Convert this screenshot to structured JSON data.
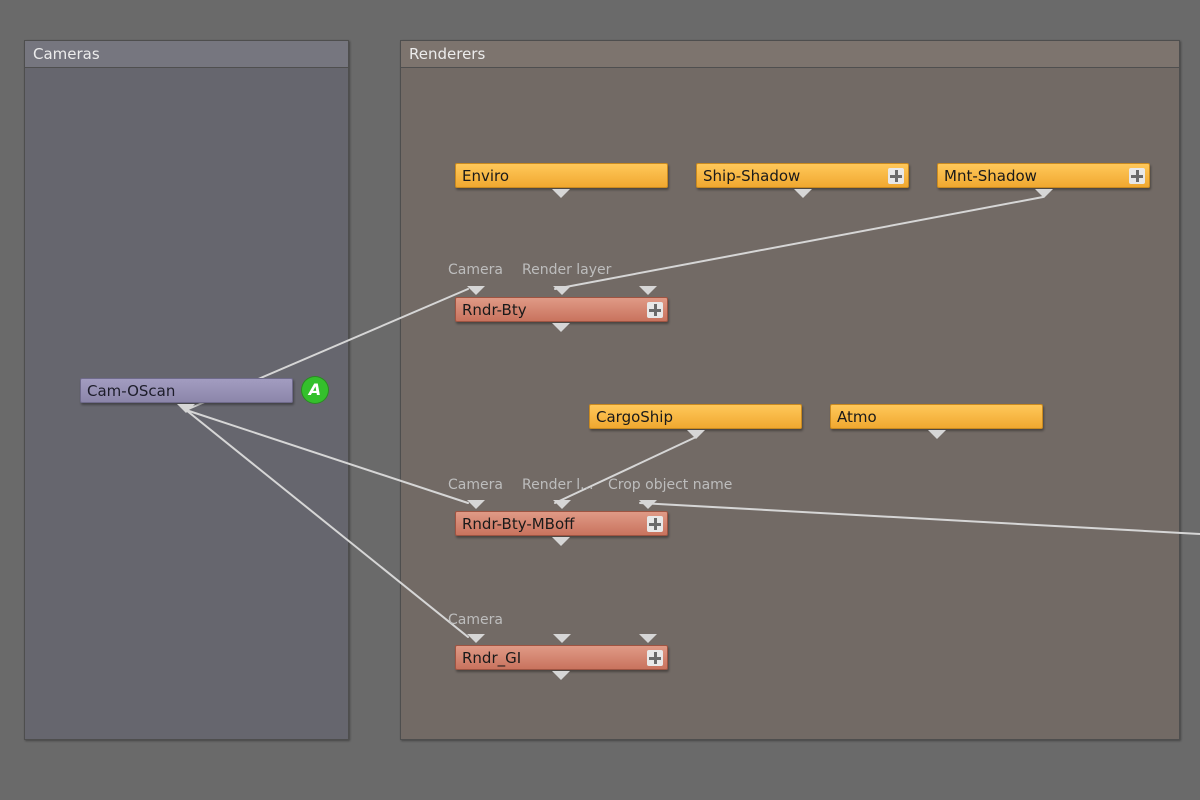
{
  "panels": {
    "cameras": {
      "title": "Cameras"
    },
    "renderers": {
      "title": "Renderers"
    }
  },
  "cameras": {
    "node_label": "Cam-OScan",
    "active_badge": "A"
  },
  "renderers": {
    "source_nodes": {
      "enviro": "Enviro",
      "ship_shadow": "Ship-Shadow",
      "mnt_shadow": "Mnt-Shadow",
      "cargo_ship": "CargoShip",
      "atmo": "Atmo"
    },
    "render_nodes": {
      "rndr_bty": "Rndr-Bty",
      "rndr_bty_mboff": "Rndr-Bty-MBoff",
      "rndr_gi": "Rndr_GI"
    },
    "port_labels": {
      "bty_camera": "Camera",
      "bty_render_layer": "Render layer",
      "mboff_camera": "Camera",
      "mboff_render": "Render l...",
      "mboff_crop": "Crop object name",
      "gi_camera": "Camera"
    }
  },
  "colors": {
    "source_node": "#f5b544",
    "render_node": "#d48570",
    "camera_node": "#978fb5",
    "wire": "#d6d6d6",
    "active_badge": "#34c02c"
  },
  "icons": {
    "expand": "plus-icon",
    "ports": "triangle-port-icon"
  }
}
